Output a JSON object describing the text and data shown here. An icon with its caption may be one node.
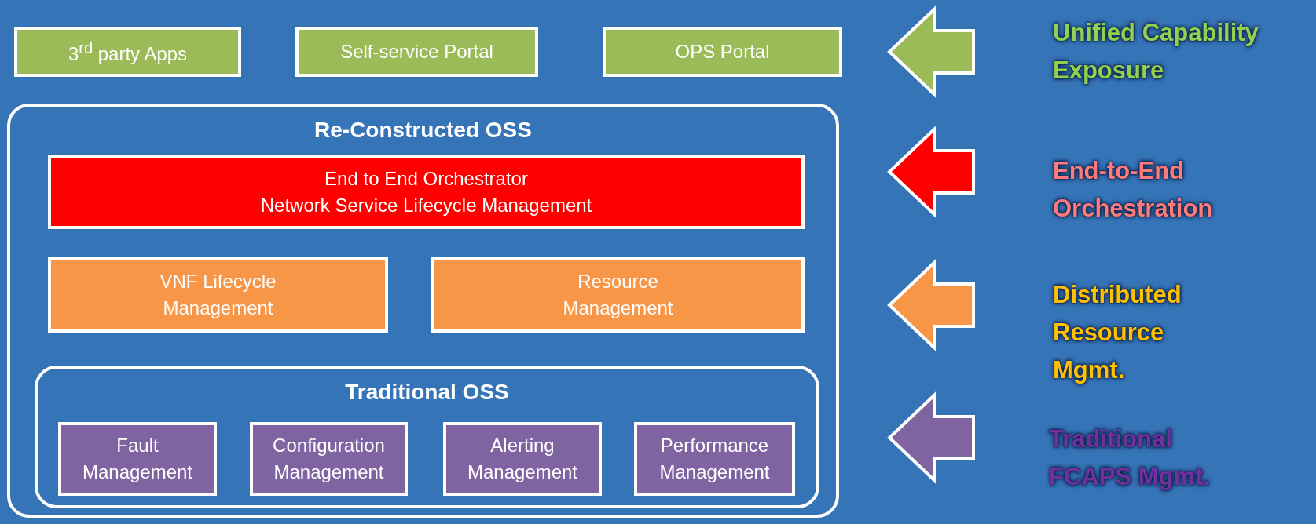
{
  "diagram": {
    "nodes": [
      {
        "text": [
          "3$^{rd}$ party Apps"
        ]
      },
      {
        "text": [
          "Self-service Portal"
        ]
      },
      {
        "text": [
          "OPS Portal"
        ]
      },
      {
        "text": [
          "Re-Constructed OSS"
        ]
      },
      {
        "text": [
          "End to End Orchestrator",
          "Network Service Lifecycle Management"
        ],
        "in": 3
      },
      {
        "text": [
          "VNF Lifecycle Management"
        ],
        "in": 3
      },
      {
        "text": [
          "Resource Management"
        ],
        "in": 3
      },
      {
        "text": [
          "Traditional OSS"
        ],
        "in": 3
      },
      {
        "text": [
          "Fault Management"
        ],
        "in": 7
      },
      {
        "text": [
          "Configuration Management"
        ],
        "in": 7
      },
      {
        "text": [
          "Alerting Management"
        ],
        "in": 7
      },
      {
        "text": [
          "Performance Management"
        ],
        "in": 7
      }
    ],
    "labels": [
      "Unified Capability Exposure",
      "End-to-End Orchestration",
      "Distributed Resource Mgmt.",
      "Traditional FCAPS Mgmt."
    ]
  }
}
